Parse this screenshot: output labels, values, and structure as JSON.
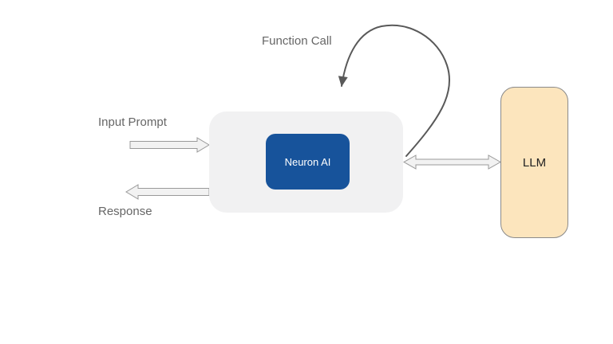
{
  "diagram": {
    "labels": {
      "function_call": "Function Call",
      "input_prompt": "Input Prompt",
      "response": "Response"
    },
    "nodes": {
      "neuron_ai": {
        "label": "Neuron AI"
      },
      "llm": {
        "label": "LLM"
      }
    },
    "colors": {
      "neuron_box": "#17539B",
      "neuron_text": "#FFFFFF",
      "container_box": "#F1F1F2",
      "llm_box_fill": "#FCE5BD",
      "llm_box_border": "#8A8A8A",
      "llm_text": "#212121",
      "label_text": "#666666",
      "arrow_fill": "#F2F2F2",
      "arrow_stroke": "#999999",
      "curve_stroke": "#595959",
      "background": "#FFFFFF"
    }
  }
}
